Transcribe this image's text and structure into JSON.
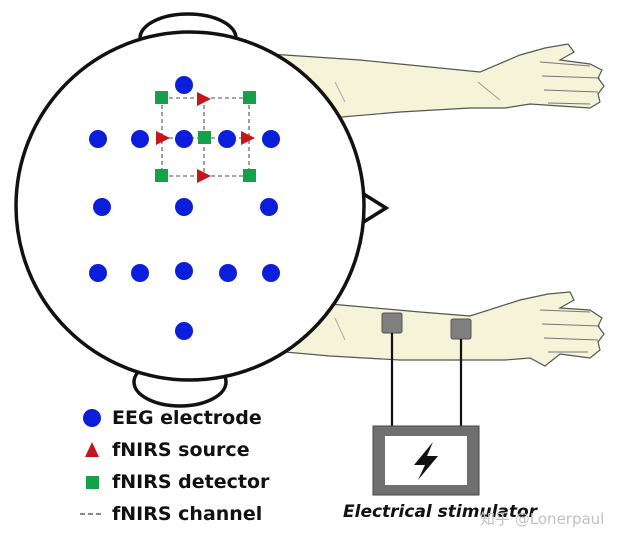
{
  "legend": {
    "eeg_label": "EEG electrode",
    "source_label": "fNIRS source",
    "detector_label": "fNIRS detector",
    "channel_label": "fNIRS channel"
  },
  "stimulator": {
    "label": "Electrical stimulator",
    "icon": "lightning-bolt-icon"
  },
  "watermark": "知乎 @Lonerpaul",
  "colors": {
    "eeg": "#0a1edc",
    "source": "#c4161c",
    "detector": "#15a04a",
    "channel": "#888888",
    "electrode_pad": "#808080",
    "arm": "#f5f3d8",
    "outline": "#111111"
  }
}
